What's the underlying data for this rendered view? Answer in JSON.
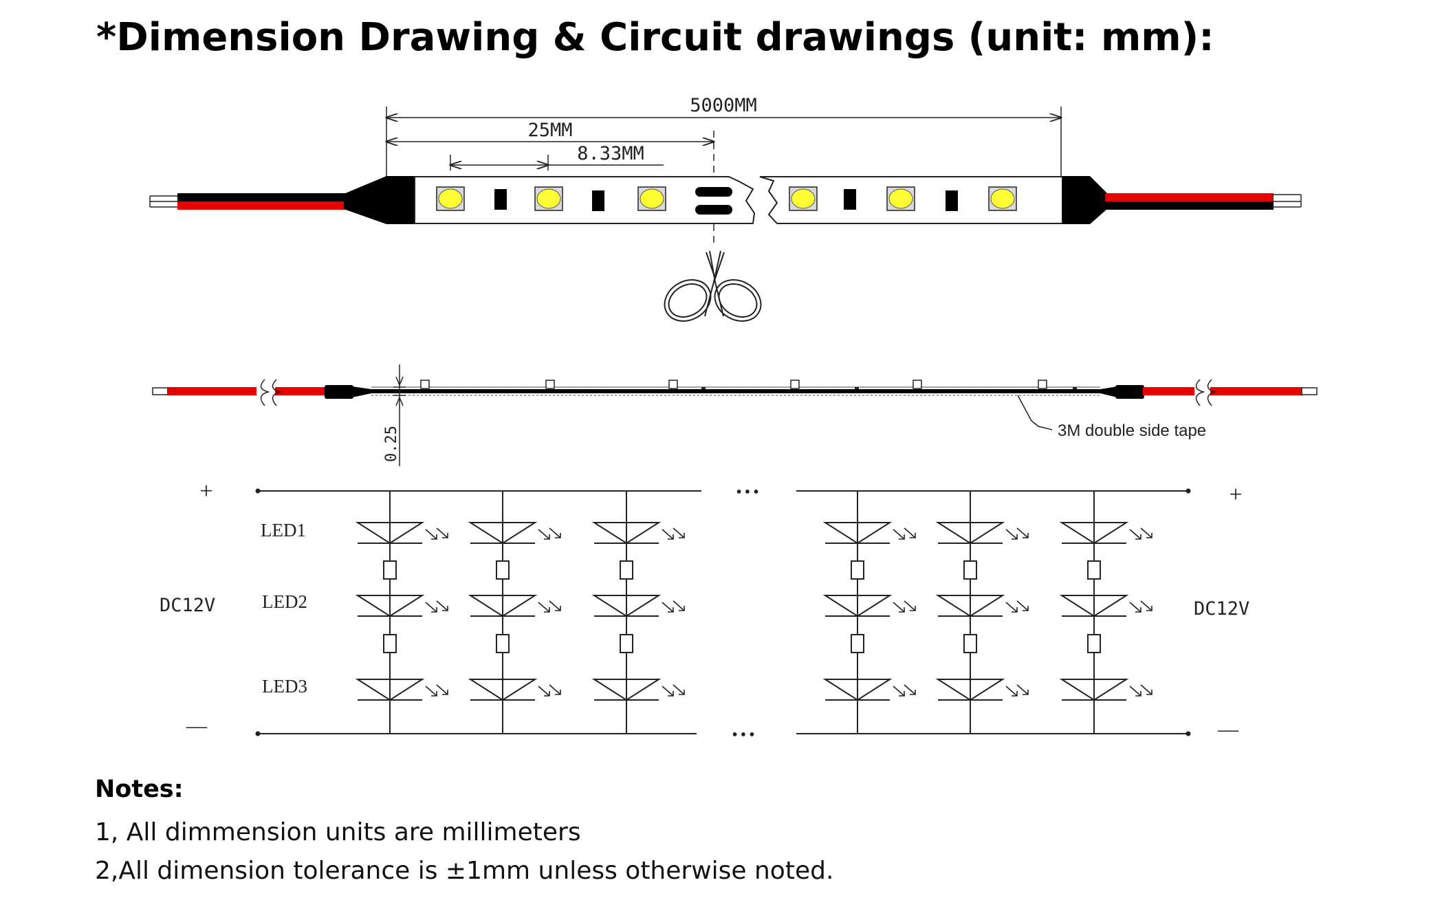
{
  "title": "*Dimension Drawing & Circuit drawings (unit: mm):",
  "dimensions": {
    "total_length": "5000MM",
    "cut_unit": "25MM",
    "led_pitch": "8.33MM",
    "thickness": "0.25"
  },
  "side_view": {
    "tape_label": "3M double side tape"
  },
  "circuit": {
    "plus": "+",
    "minus": "—",
    "voltage_left": "DC12V",
    "voltage_right": "DC12V",
    "led_labels": [
      "LED1",
      "LED2",
      "LED3"
    ],
    "ellipsis": "•••"
  },
  "notes": {
    "heading": "Notes:",
    "items": [
      "1, All dimmension units are millimeters",
      "2,All dimension tolerance is ±1mm unless otherwise noted."
    ]
  },
  "colors": {
    "wire_red": "#e60000",
    "wire_black": "#000000",
    "led_yellow": "#ffff33",
    "line": "#222222"
  }
}
